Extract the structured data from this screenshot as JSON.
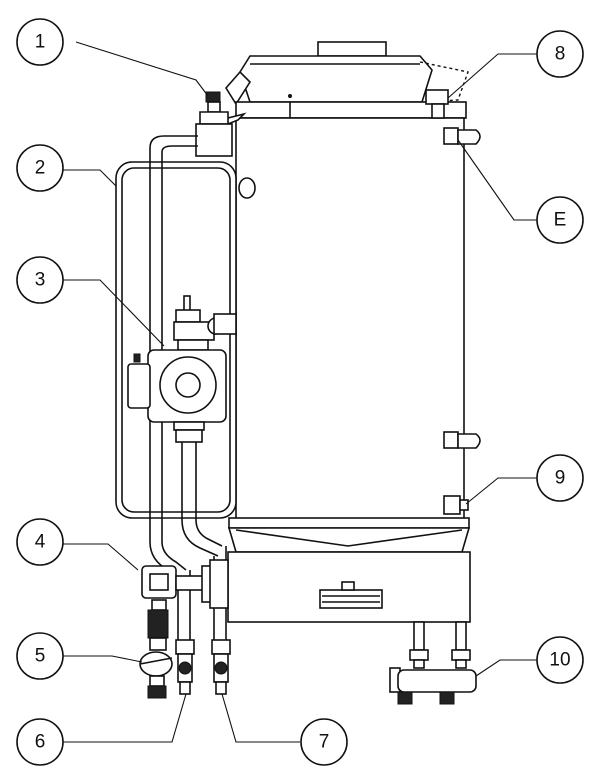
{
  "callouts": [
    {
      "id": "c1",
      "label": "1"
    },
    {
      "id": "c2",
      "label": "2"
    },
    {
      "id": "c3",
      "label": "3"
    },
    {
      "id": "c4",
      "label": "4"
    },
    {
      "id": "c5",
      "label": "5"
    },
    {
      "id": "c6",
      "label": "6"
    },
    {
      "id": "c7",
      "label": "7"
    },
    {
      "id": "c8",
      "label": "8"
    },
    {
      "id": "cE",
      "label": "E"
    },
    {
      "id": "c9",
      "label": "9"
    },
    {
      "id": "c10",
      "label": "10"
    }
  ]
}
